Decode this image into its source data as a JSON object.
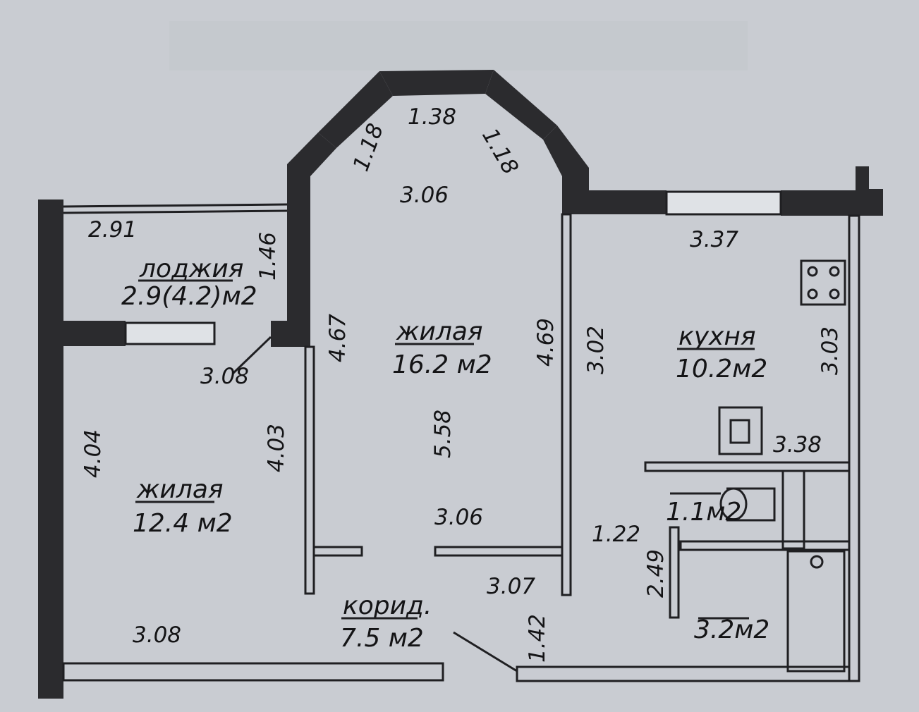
{
  "rooms": {
    "loggia": {
      "name": "лоджия",
      "area": "2.9(4.2)м2"
    },
    "living1": {
      "name": "жилая",
      "area": "16.2 м2"
    },
    "kitchen": {
      "name": "кухня",
      "area": "10.2м2"
    },
    "living2": {
      "name": "жилая",
      "area": "12.4 м2"
    },
    "corridor": {
      "name": "корид.",
      "area": "7.5 м2"
    },
    "wc": {
      "area": "1.1м2"
    },
    "bath": {
      "area": "3.2м2"
    }
  },
  "dimensions": {
    "bay_top": "1.38",
    "bay_left": "1.18",
    "bay_right": "1.18",
    "living1_top": "3.06",
    "loggia_width": "2.91",
    "loggia_depth": "1.46",
    "kitchen_width": "3.37",
    "living1_left": "4.67",
    "living1_right": "4.69",
    "kitchen_left": "3.02",
    "kitchen_right": "3.03",
    "living2_top": "3.08",
    "living2_left": "4.04",
    "living2_right": "4.03",
    "living1_depth": "5.58",
    "kitchen_bottom": "3.38",
    "living1_bottom": "3.06",
    "corridor_w": "1.22",
    "corridor_d": "2.49",
    "corridor_right": "3.07",
    "living2_bottom": "3.08",
    "entry": "1.42"
  }
}
